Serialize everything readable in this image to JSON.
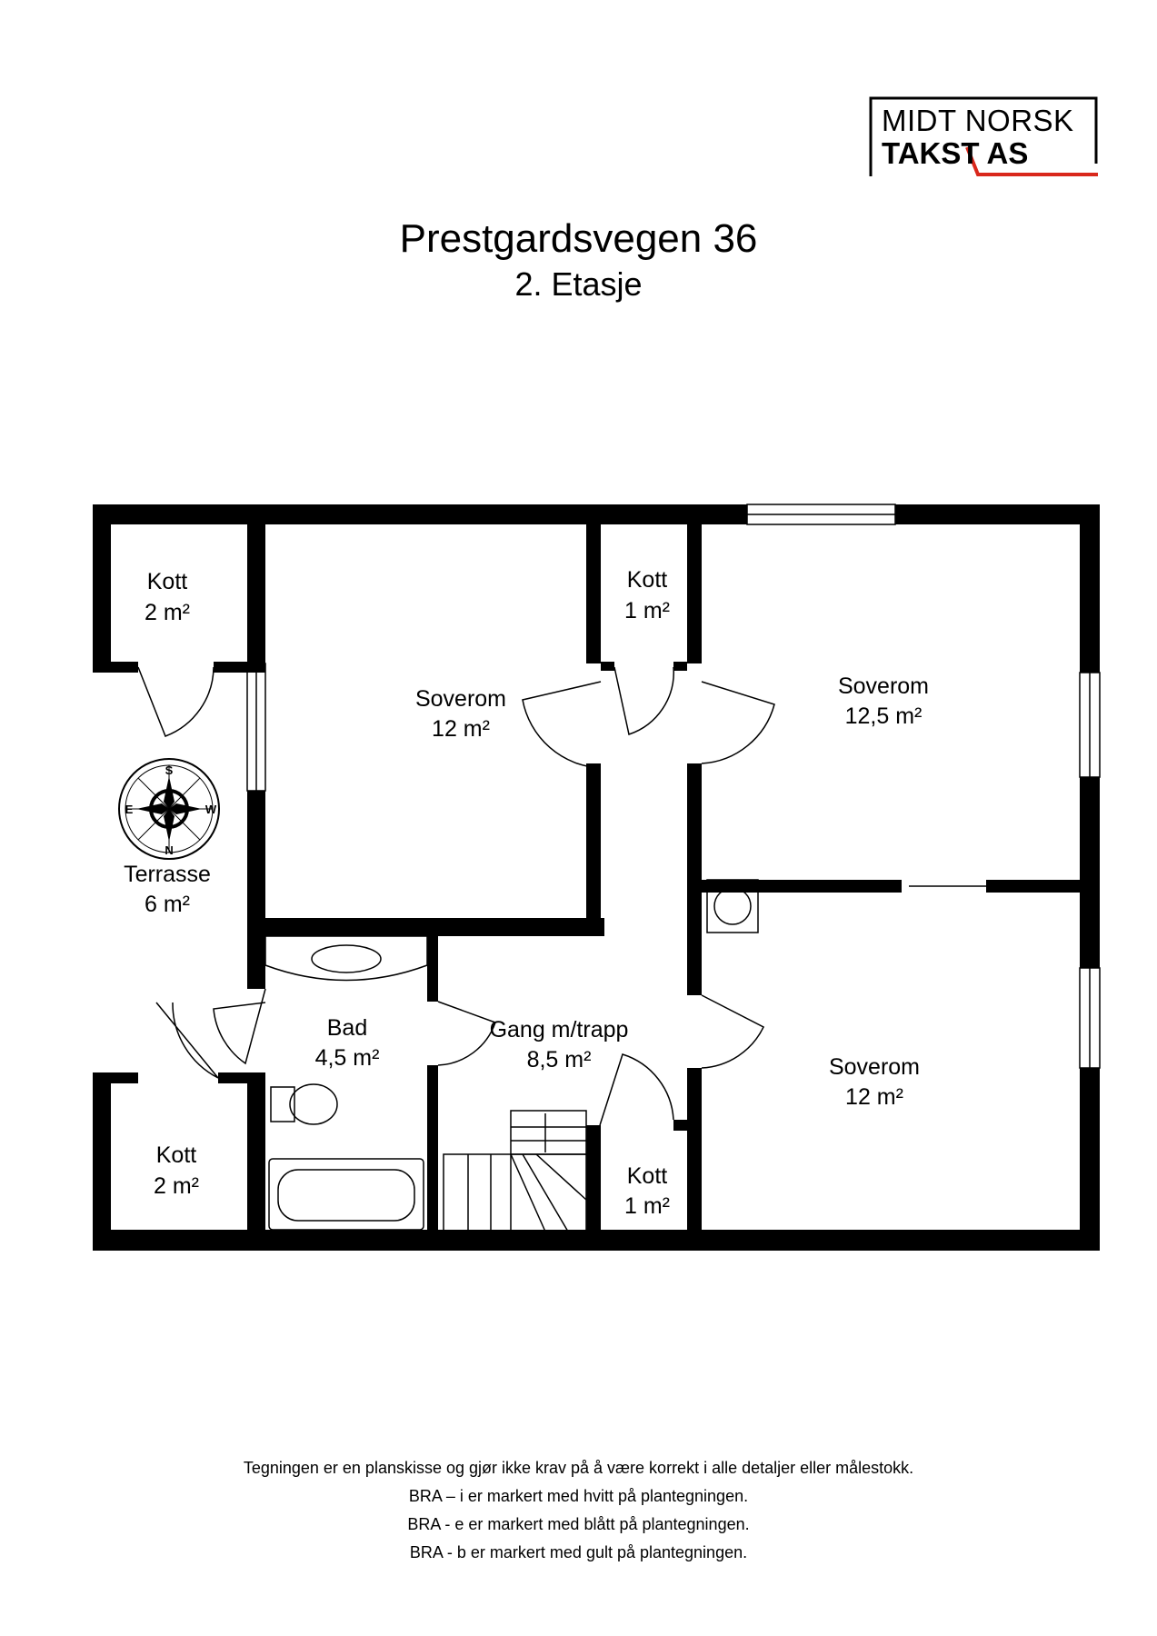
{
  "logo": {
    "line1": "MIDT NORSK",
    "line2": "TAKST AS",
    "accent_color": "#d9281c"
  },
  "header": {
    "title": "Prestgardsvegen 36",
    "subtitle": "2. Etasje"
  },
  "rooms": [
    {
      "name": "Kott",
      "area": "2 m²"
    },
    {
      "name": "Soverom",
      "area": "12 m²"
    },
    {
      "name": "Kott",
      "area": "1 m²"
    },
    {
      "name": "Soverom",
      "area": "12,5 m²"
    },
    {
      "name": "Terrasse",
      "area": "6 m²"
    },
    {
      "name": "Bad",
      "area": "4,5 m²"
    },
    {
      "name": "Gang m/trapp",
      "area": "8,5 m²"
    },
    {
      "name": "Soverom",
      "area": "12 m²"
    },
    {
      "name": "Kott",
      "area": "2 m²"
    },
    {
      "name": "Kott",
      "area": "1 m²"
    }
  ],
  "compass": {
    "n": "N",
    "s": "S",
    "e": "E",
    "w": "W"
  },
  "footer": [
    "Tegningen er en planskisse og gjør ikke krav på å være korrekt i alle detaljer eller målestokk.",
    "BRA – i er markert med hvitt på plantegningen.",
    "BRA - e er markert med blått på plantegningen.",
    "BRA - b er markert med gult på plantegningen."
  ]
}
